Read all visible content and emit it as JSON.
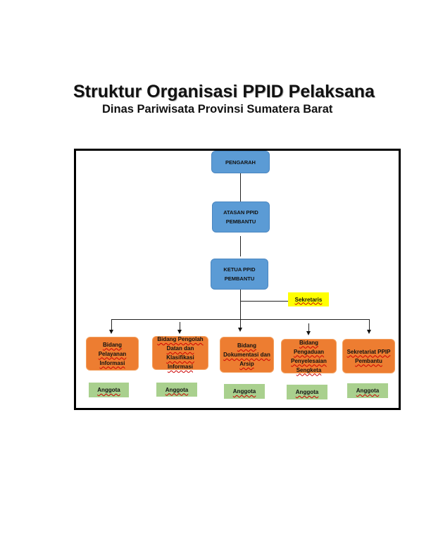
{
  "title": "Struktur Organisasi PPID Pelaksana",
  "subtitle": "Dinas Pariwisata Provinsi Sumatera Barat",
  "nodes": {
    "pengarah": "PENGARAH",
    "atasan": "ATASAN PPID PEMBANTU",
    "ketua": "KETUA PPID PEMBANTU",
    "sekretaris": "Sekretaris"
  },
  "divisions": [
    {
      "label": "Bidang Pelayanan Informasi",
      "member": "Anggota"
    },
    {
      "label": "Bidang Pengolah Datan dan Klasifikasi Informasi",
      "member": "Anggota"
    },
    {
      "label": "Bidang Dokumentasi dan Arsip",
      "member": "Anggota"
    },
    {
      "label": "Bidang Pengaduan Penyelesaian Sengketa",
      "member": "Anggota"
    },
    {
      "label": "Sekretariat PPIP Pembantu",
      "member": "Anggota"
    }
  ],
  "colors": {
    "top_nodes": "#5b9bd5",
    "divisions": "#ed7d31",
    "members": "#a9d08e",
    "secretary": "#ffff00"
  }
}
